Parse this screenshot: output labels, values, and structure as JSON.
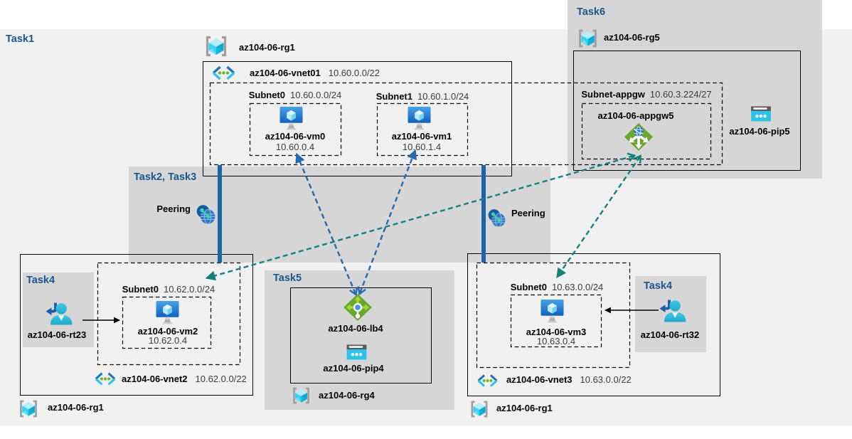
{
  "title": "AZ-104 Lab 06 network architecture diagram",
  "colors": {
    "background": "#ffffff",
    "region_light_gray": "#f1f1f2",
    "task_box_gray": "#d6d6d6",
    "task_label_blue": "#19568f",
    "peering_bar_blue": "#1f64a9",
    "arrow_blue": "#2569ae",
    "arrow_teal": "#13827a",
    "border_black": "#000000"
  },
  "tasks": {
    "task1": {
      "label": "Task1"
    },
    "task23": {
      "label": "Task2, Task3"
    },
    "task4_left": {
      "label": "Task4"
    },
    "task4_right": {
      "label": "Task4"
    },
    "task5": {
      "label": "Task5"
    },
    "task6": {
      "label": "Task6"
    }
  },
  "peering": {
    "left_label": "Peering",
    "right_label": "Peering"
  },
  "resource_groups": {
    "rg1_top": "az104-06-rg1",
    "rg5": "az104-06-rg5",
    "rg1_bottom_left": "az104-06-rg1",
    "rg4": "az104-06-rg4",
    "rg1_bottom_right": "az104-06-rg1"
  },
  "vnets": {
    "vnet01": {
      "name": "az104-06-vnet01",
      "cidr": "10.60.0.0/22"
    },
    "vnet2": {
      "name": "az104-06-vnet2",
      "cidr": "10.62.0.0/22"
    },
    "vnet3": {
      "name": "az104-06-vnet3",
      "cidr": "10.63.0.0/22"
    }
  },
  "subnets": {
    "subnet0_vnet01": {
      "name": "Subnet0",
      "cidr": "10.60.0.0/24"
    },
    "subnet1_vnet01": {
      "name": "Subnet1",
      "cidr": "10.60.1.0/24"
    },
    "subnet_appgw": {
      "name": "Subnet-appgw",
      "cidr": "10.60.3.224/27"
    },
    "subnet0_vnet2": {
      "name": "Subnet0",
      "cidr": "10.62.0.0/24"
    },
    "subnet0_vnet3": {
      "name": "Subnet0",
      "cidr": "10.63.0.0/24"
    }
  },
  "vms": {
    "vm0": {
      "name": "az104-06-vm0",
      "ip": "10.60.0.4"
    },
    "vm1": {
      "name": "az104-06-vm1",
      "ip": "10.60.1.4"
    },
    "vm2": {
      "name": "az104-06-vm2",
      "ip": "10.62.0.4"
    },
    "vm3": {
      "name": "az104-06-vm3",
      "ip": "10.63.0.4"
    }
  },
  "resources": {
    "appgw5": "az104-06-appgw5",
    "lb4": "az104-06-lb4",
    "pip4": "az104-06-pip4",
    "pip5": "az104-06-pip5",
    "rt23": "az104-06-rt23",
    "rt32": "az104-06-rt32"
  },
  "icons": {
    "resource_group": "resource-group-icon",
    "virtual_network": "vnet-icon",
    "virtual_machine": "vm-icon",
    "load_balancer": "load-balancer-icon",
    "application_gateway": "app-gateway-icon",
    "public_ip": "public-ip-icon",
    "route_table": "route-table-icon",
    "peering": "peering-icon"
  }
}
